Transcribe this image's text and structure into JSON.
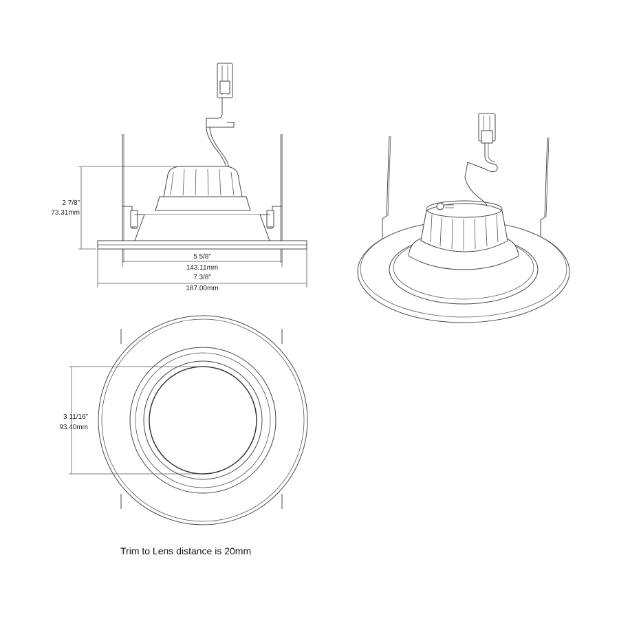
{
  "dimensions": {
    "height": {
      "imperial": "2 7/8”",
      "metric": "73.31mm"
    },
    "cutout": {
      "imperial": "5 5/8”",
      "metric": "143.11mm"
    },
    "trim": {
      "imperial": "7 3/8”",
      "metric": "187.00mm"
    },
    "aperture": {
      "imperial": "3 11/16”",
      "metric": "93.40mm"
    }
  },
  "note": "Trim to Lens distance is  20mm",
  "colors": {
    "line": "#444444",
    "background": "#ffffff"
  }
}
